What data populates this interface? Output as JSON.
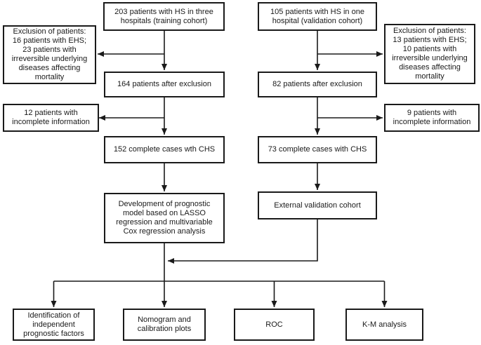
{
  "flowchart": {
    "colors": {
      "background": "#ffffff",
      "line": "#1a1a1a",
      "box_border": "#1a1a1a",
      "text": "#1a1a1a"
    },
    "nodes": {
      "training_cohort": "203 patients with HS in three\nhospitals (training cohort)",
      "validation_cohort": "105 patients with HS in one\nhospital (validation cohort)",
      "training_exclusion": "Exclusion of patients:\n16 patients with EHS;\n23 patients with\nirreversible underlying\ndiseases affecting\nmortality",
      "validation_exclusion": "Exclusion of patients:\n13 patients with EHS;\n10 patients with\nirreversible underlying\ndiseases affecting\nmortality",
      "training_after_exclusion": "164 patients after exclusion",
      "validation_after_exclusion": "82 patients after exclusion",
      "training_incomplete": "12 patients with\nincomplete information",
      "validation_incomplete": "9 patients with\nincomplete information",
      "training_complete": "152 complete cases wth CHS",
      "validation_complete": "73 complete cases with CHS",
      "development": "Development of prognostic\nmodel based on LASSO\nregression and multivariable\nCox regression analysis",
      "external_validation": "External validation cohort",
      "identification": "Identification of\nindependent\nprognostic factors",
      "nomogram": "Nomogram and\ncalibration plots",
      "roc": "ROC",
      "km_analysis": "K-M analysis"
    }
  }
}
